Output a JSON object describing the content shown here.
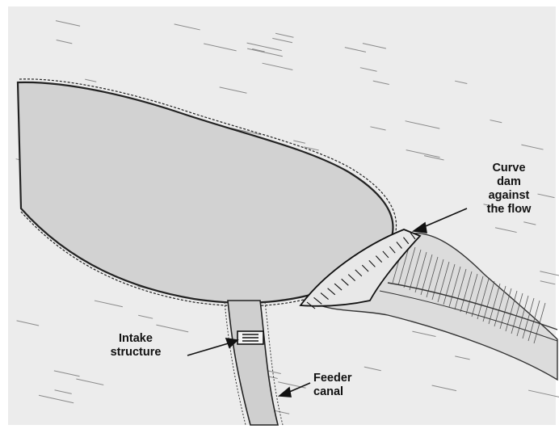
{
  "labels": {
    "dam": [
      "Curve",
      "dam",
      "against",
      "the flow"
    ],
    "intake": [
      "Intake",
      "structure"
    ],
    "canal": [
      "Feeder",
      "canal"
    ]
  },
  "colors": {
    "background": "#ececec",
    "reservoir": "#d4d4d4",
    "ink": "#222222",
    "canal": "#cfcfcf"
  }
}
